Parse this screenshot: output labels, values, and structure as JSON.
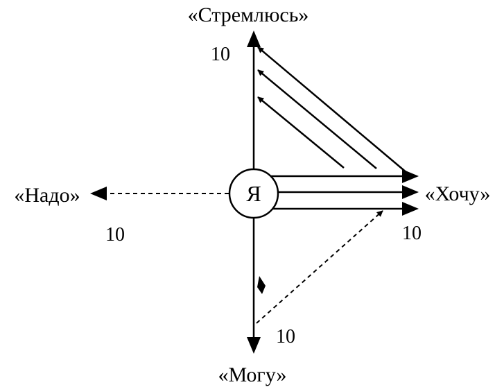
{
  "diagram": {
    "center": {
      "label": "Я"
    },
    "axes": {
      "up": {
        "label": "«Стремлюсь»",
        "scale": "10"
      },
      "left": {
        "label": "«Надо»",
        "scale": "10"
      },
      "right": {
        "label": "«Хочу»",
        "scale": "10"
      },
      "down": {
        "label": "«Могу»",
        "scale": "10"
      }
    }
  },
  "colors": {
    "ink": "#000000",
    "background": "#ffffff"
  }
}
